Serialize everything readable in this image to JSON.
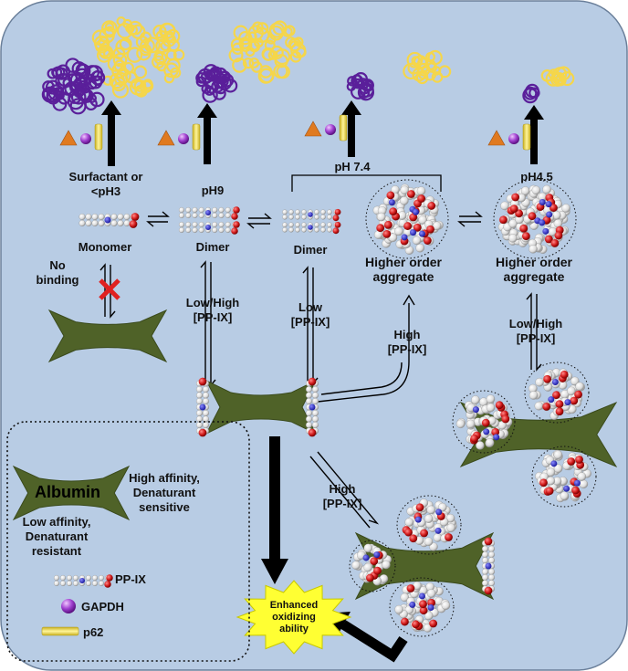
{
  "colors": {
    "background": "#b8cce4",
    "albumin": "#4f6228",
    "gapdh": "#9933cc",
    "p62": "#f2e35a",
    "protein_cluster_purple": "#5a1f9a",
    "protein_cluster_yellow": "#f5d64a",
    "triangle": "#e07a20",
    "burst": "#ffff33",
    "inhibit_x": "#e02020"
  },
  "icons": {
    "albumin": "albumin-protein-icon",
    "ppix": "ppix-molecule-icon",
    "gapdh": "gapdh-sphere-icon",
    "p62": "p62-bar-icon",
    "aggregate": "ppix-aggregate-icon",
    "burst": "starburst-icon"
  },
  "conditions": {
    "surfactant": "Surfactant or\n<pH3",
    "ph9": "pH9",
    "ph74": "pH 7.4",
    "ph45": "pH4.5"
  },
  "species": {
    "monomer": "Monomer",
    "dimer_ph9": "Dimer",
    "dimer_ph74": "Dimer",
    "higher_order_ph74": "Higher order\naggregate",
    "higher_order_ph45": "Higher order\naggregate"
  },
  "transitions": {
    "no_binding": "No\nbinding",
    "low_high_1": "Low/High\n[PP-IX]",
    "low": "Low\n[PP-IX]",
    "high_1": "High\n[PP-IX]",
    "low_high_2": "Low/High\n[PP-IX]",
    "high_2": "High\n[PP-IX]"
  },
  "outcome": {
    "enhanced": "Enhanced\noxidizing\nability"
  },
  "legend": {
    "albumin_title": "Albumin",
    "high_affinity": "High affinity,\nDenaturant\nsensitive",
    "low_affinity": "Low affinity,\nDenaturant\nresistant",
    "ppix": "PP-IX",
    "gapdh": "GAPDH",
    "p62": "p62"
  }
}
